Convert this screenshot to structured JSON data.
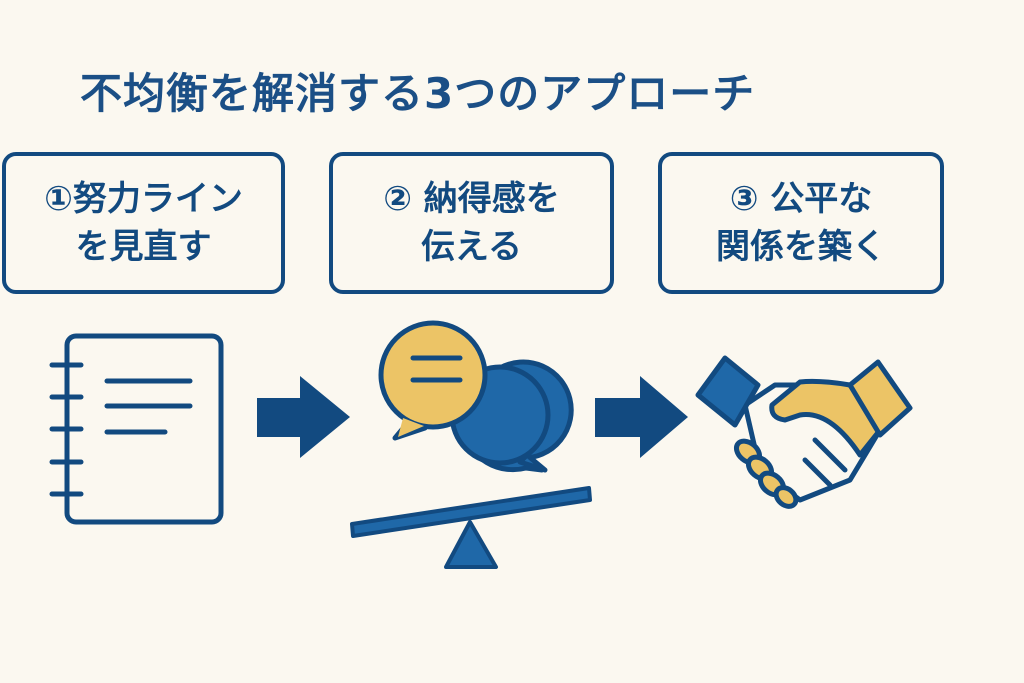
{
  "title": "不均衡を解消する3つのアプローチ",
  "steps": [
    {
      "line1": "①努力ライン",
      "line2": "を見直す",
      "icon": "notebook-icon"
    },
    {
      "line1": "② 納得感を",
      "line2": "伝える",
      "icon": "speech-bubbles-seesaw-icon"
    },
    {
      "line1": "③ 公平な",
      "line2": "関係を築く",
      "icon": "handshake-icon"
    }
  ],
  "colors": {
    "navy": "#124a80",
    "blue": "#1f68a8",
    "yellow": "#ecc466",
    "background": "#fbf8f0"
  }
}
